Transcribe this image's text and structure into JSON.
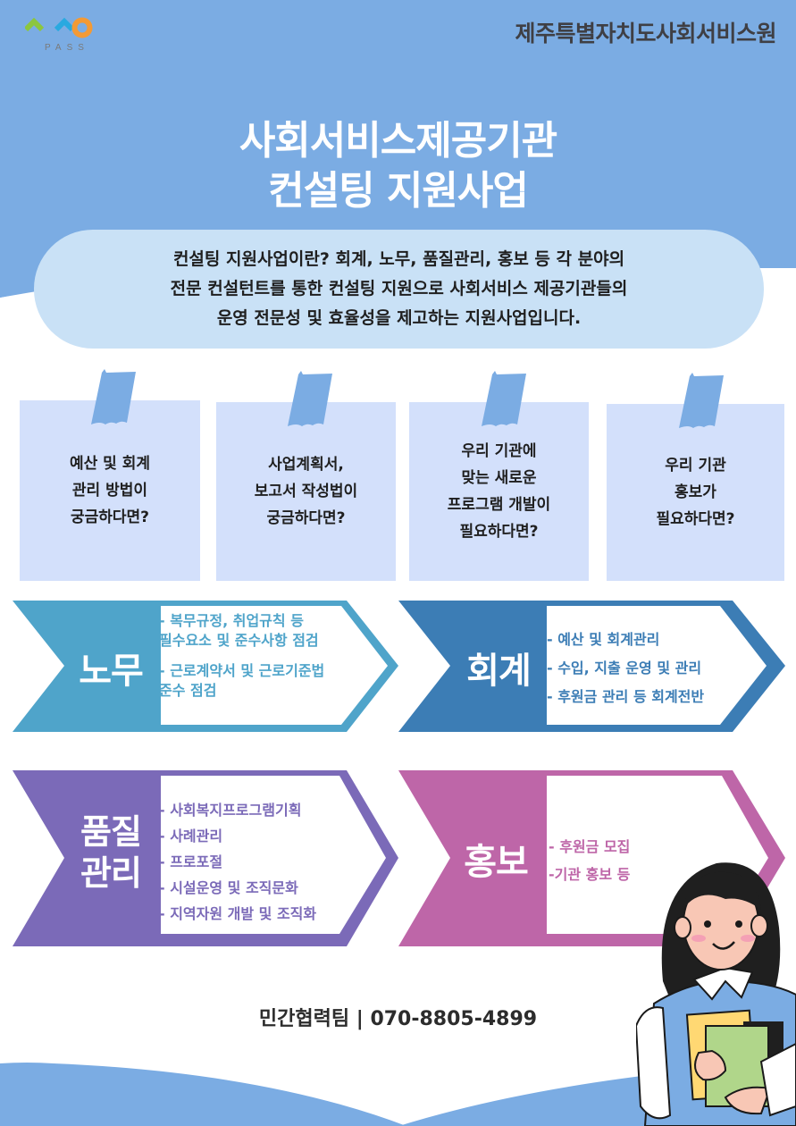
{
  "header": {
    "logo_text": "PASS",
    "organization": "제주특별자치도사회서비스원"
  },
  "title": {
    "line1": "사회서비스제공기관",
    "line2": "컨설팅 지원사업"
  },
  "intro": {
    "line1": "컨설팅 지원사업이란? 회계, 노무, 품질관리, 홍보 등 각 분야의",
    "line2": "전문 컨설턴트를 통한 컨설팅 지원으로 사회서비스 제공기관들의",
    "line3": "운영 전문성 및 효율성을 제고하는 지원사업입니다."
  },
  "notes": [
    {
      "text": "예산 및 회계\n관리 방법이\n궁금하다면?"
    },
    {
      "text": "사업계획서,\n보고서 작성법이\n궁금하다면?"
    },
    {
      "text": "우리 기관에\n맞는 새로운\n프로그램 개발이\n필요하다면?"
    },
    {
      "text": "우리 기관\n홍보가\n필요하다면?"
    }
  ],
  "areas": [
    {
      "label": "노무",
      "color": "#4FA4CA",
      "items": [
        "- 복무규정, 취업규칙 등\n필수요소 및 준수사항 점검",
        "- 근로계약서 및 근로기준법\n준수 점검"
      ]
    },
    {
      "label": "회계",
      "color": "#3C7DB5",
      "items": [
        "- 예산 및 회계관리",
        "- 수입, 지출 운영 및 관리",
        "- 후원금 관리 등 회계전반"
      ]
    },
    {
      "label_line1": "품질",
      "label_line2": "관리",
      "color": "#7B6AB8",
      "items": [
        "- 사회복지프로그램기획",
        "- 사례관리",
        "- 프로포절",
        "- 시설운영 및 조직문화",
        "- 지역자원 개발 및 조직화"
      ]
    },
    {
      "label": "홍보",
      "color": "#BE66A8",
      "items": [
        "- 후원금 모집",
        "-기관 홍보 등"
      ]
    }
  ],
  "footer": {
    "contact": "민간협력팀 | 070-8805-4899"
  },
  "colors": {
    "background_blue": "#7BACE3",
    "pill": "#C9E1F6",
    "note": "#D3E0FB"
  }
}
